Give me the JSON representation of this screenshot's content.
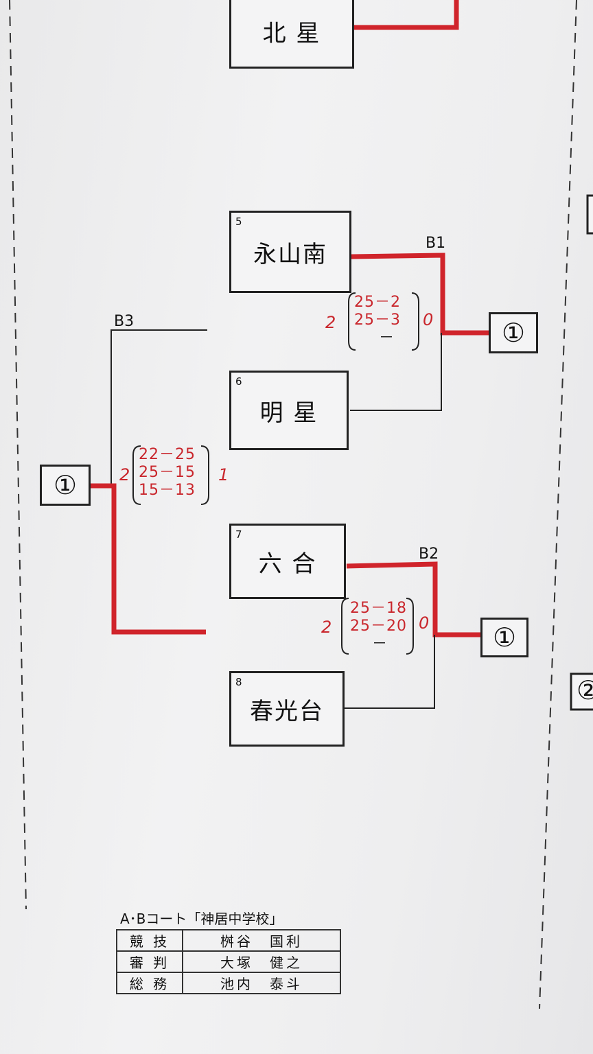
{
  "teams": [
    {
      "seed": "",
      "name": "北 星"
    },
    {
      "seed": "5",
      "name": "永山南"
    },
    {
      "seed": "6",
      "name": "明 星"
    },
    {
      "seed": "7",
      "name": "六 合"
    },
    {
      "seed": "8",
      "name": "春光台"
    }
  ],
  "matches": {
    "b1": {
      "label": "B1",
      "winner_sets": "2",
      "loser_sets": "0",
      "scores": [
        "25－2",
        "25－3",
        "－"
      ],
      "result_mark": "①"
    },
    "b2": {
      "label": "B2",
      "winner_sets": "2",
      "loser_sets": "0",
      "scores": [
        "25－18",
        "25－20",
        "－"
      ],
      "result_mark": "①"
    },
    "b3": {
      "label": "B3",
      "winner_sets": "2",
      "loser_sets": "1",
      "scores": [
        "22－25",
        "25－15",
        "15－13"
      ],
      "result_mark": "①"
    }
  },
  "right_edge_mark": "②",
  "officials": {
    "court_title": "A･Bコート「神居中学校」",
    "rows": [
      {
        "role": "競 技",
        "name": "桝谷　国利"
      },
      {
        "role": "審 判",
        "name": "大塚　健之"
      },
      {
        "role": "総 務",
        "name": "池内　泰斗"
      }
    ]
  },
  "colors": {
    "winner_line": "#d0242b",
    "line": "#222222",
    "paper": "#eeeeef"
  }
}
